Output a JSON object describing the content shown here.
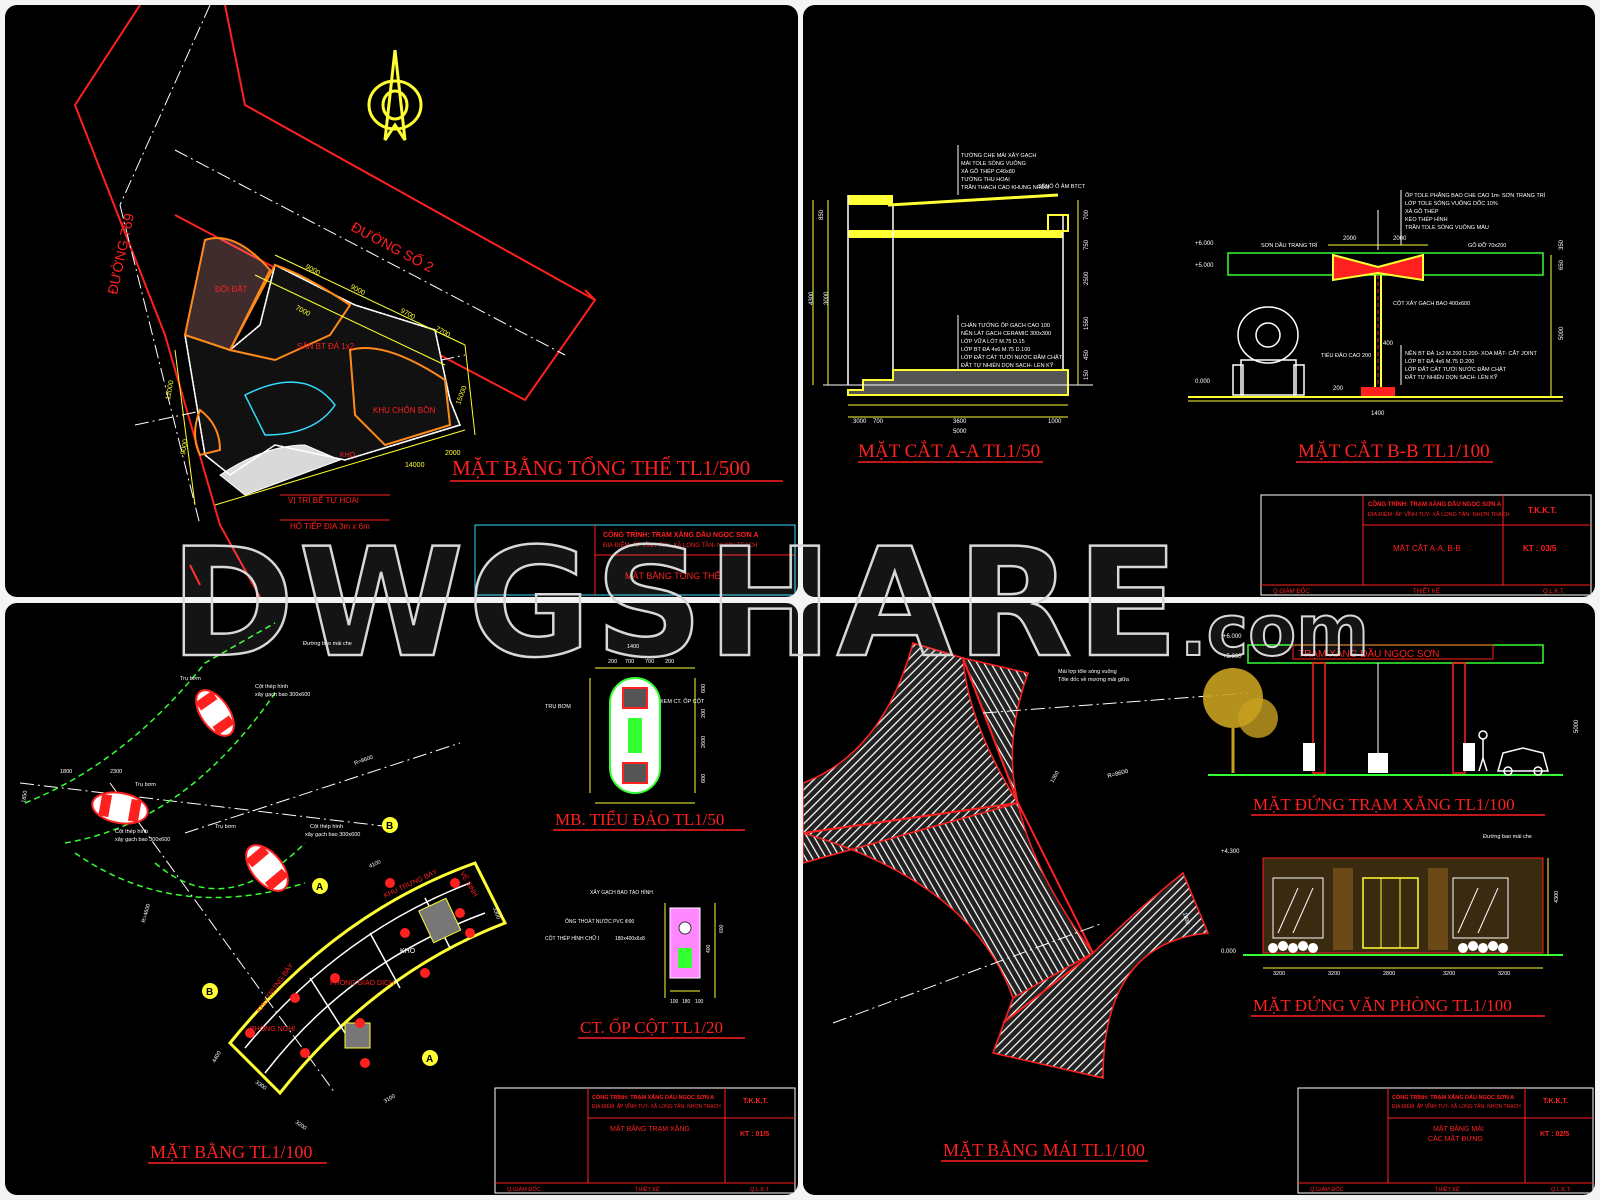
{
  "watermark": {
    "main": "DWGSHARE",
    "suffix": ".com"
  },
  "p1": {
    "title": "MẶT BẰNG TỔNG THỂ TL1/500",
    "road_main": "ĐƯỜNG 769",
    "road_side": "ĐƯỜNG SỐ 2",
    "area_labels": [
      "ĐỒI ĐẤT",
      "SÂN BT ĐÁ 1x2",
      "KHU CHÔN BỒN",
      "KHO"
    ],
    "notes": [
      "VỊ TRÍ BỂ TỰ HOẠI",
      "HỐ TIẾP ĐỊA 3m x 6m"
    ],
    "dims": [
      "9000",
      "9000",
      "9700",
      "7700",
      "7000",
      "15000",
      "12000",
      "9000",
      "14000",
      "2000"
    ],
    "titleblock": {
      "project": "CÔNG TRÌNH: TRẠM XĂNG DẦU NGỌC SƠN A",
      "address": "ĐỊA ĐIỂM: ẤP VĨNH TUY- XÃ LONG TÂN- NHƠN TRẠCH",
      "sheet_name": "MẶT BẰNG TỔNG THỂ"
    }
  },
  "p2": {
    "title_a": "MẶT CẮT A-A TL1/50",
    "title_b": "MẶT CẮT B-B TL1/100",
    "notes_a_top": [
      "TƯỜNG CHE MÁI XÂY GẠCH",
      "MÁI TOLE SÓNG VUÔNG",
      "XÀ GỒ THÉP C40x80",
      "TƯỜNG THU HOẠI",
      "TRẦN THẠCH CAO KHUNG NHÔM"
    ],
    "note_seno": "SÊNÔ Ô ÂM BTCT",
    "notes_a_bottom": [
      "CHÂN TƯỜNG ỐP GẠCH CAO 100",
      "NỀN LÁT GẠCH CERAMIC 300x300",
      "LỚP VỮA LÓT M.75 D.15",
      "LỚP BT ĐÁ 4x6 M.75 D.100",
      "LỚP ĐẤT CÁT TƯỚI NƯỚC ĐẦM CHẶT",
      "ĐẤT TỰ NHIÊN DỌN SẠCH- LÈN KỸ"
    ],
    "dims_a": [
      "3000",
      "700",
      "3600",
      "1000",
      "5000",
      "4300",
      "3000",
      "850",
      "700",
      "750",
      "2500",
      "1550",
      "450",
      "150"
    ],
    "notes_b_top": [
      "ỐP TOLE PHẲNG BAO CHE CAO 1m- SƠN TRANG TRÍ",
      "LỚP TOLE SÓNG VUÔNG DỐC 10%",
      "XÀ GỒ THÉP",
      "KÈO THÉP HÌNH",
      "TRẦN TOLE SÓNG VUÔNG MÀU"
    ],
    "note_paint": "SƠN DẦU TRANG TRÍ",
    "note_beam": "GỖ ĐỠ 70x200",
    "note_col": "CỘT XÂY GẠCH BAO 400x600",
    "note_island": "TIỂU ĐẢO CAO 200",
    "notes_b_bottom": [
      "NỀN BT ĐÁ 1x2 M.200 D.200- XOA MẶT- CẮT JOINT",
      "LỚP BT ĐÁ 4x6 M.75 D.200",
      "LỚP ĐẤT CÁT TƯỚI NƯỚC ĐẦM CHẶT",
      "ĐẤT TỰ NHIÊN DỌN SẠCH- LÈN KỸ"
    ],
    "levels": [
      "+6.000",
      "+5.000",
      "0.000"
    ],
    "dims_b": [
      "2000",
      "2000",
      "1400",
      "5000",
      "200",
      "400",
      "650",
      "350"
    ],
    "titleblock": {
      "project": "CÔNG TRÌNH: TRẠM XĂNG DẦU NGỌC SƠN A",
      "address": "ĐỊA ĐIỂM: ẤP VĨNH TUY- XÃ LONG TÂN- NHƠN TRẠCH",
      "sheet_name": "MẶT CẮT A-A, B-B",
      "tkkt": "T.K.K.T.",
      "sheet_no": "KT : 03/5",
      "sig1": "Q.GIÁM ĐỐC",
      "sig2": "THIẾT KẾ",
      "sig3": "Q.L.K.T."
    }
  },
  "p3": {
    "title_main": "MẶT BẰNG TL1/100",
    "title_island": "MB. TIỂU ĐẢO TL1/50",
    "title_col": "CT. ỐP CỘT TL1/20",
    "rooms": [
      "PHÒNG GIAO DỊCH",
      "PHÒNG NGHỈ",
      "KHO",
      "KHU TRƯNG BÀY",
      "KHU TRƯNG BÀY",
      "VỆ SINH"
    ],
    "notes": [
      "Đường bao mái che",
      "Cột thép hình",
      "xây gạch bao 300x600",
      "Trụ bơm",
      "Trụ bơm",
      "Trụ bơm",
      "Cột thép hình",
      "xây gạch bao 300x600",
      "Cột thép hình",
      "xây gạch bao 300x600"
    ],
    "island_notes": [
      "TRỤ BƠM",
      "XEM CT. ỐP CỘT"
    ],
    "island_dims": [
      "1400",
      "200",
      "700",
      "700",
      "200",
      "600",
      "200",
      "2600",
      "600"
    ],
    "col_notes": [
      "XÂY GẠCH BAO TẠO HÌNH",
      "ỐNG THOÁT NƯỚC PVC Φ90",
      "CỘT THÉP HÌNH CHỮ I",
      "180x400x6x8"
    ],
    "col_dims": [
      "100",
      "180",
      "100",
      "600",
      "400"
    ],
    "radius": "R=8600",
    "radius2": "R=4600",
    "markers": [
      "A",
      "A",
      "B",
      "B"
    ],
    "dims": [
      "2300",
      "1800",
      "1850",
      "4100",
      "3300",
      "3300",
      "3200",
      "3100",
      "4400"
    ],
    "titleblock": {
      "project": "CÔNG TRÌNH: TRẠM XĂNG DẦU NGỌC SƠN A",
      "address": "ĐỊA ĐIỂM: ẤP VĨNH TUY- XÃ LONG TÂN- NHƠN TRẠCH",
      "sheet_name": "MẶT BẰNG TRẠM XĂNG",
      "tkkt": "T.K.K.T.",
      "sheet_no": "KT : 01/5",
      "sig1": "Q.GIÁM ĐỐC",
      "sig2": "THIẾT KẾ",
      "sig3": "Q.L.K.T."
    }
  },
  "p4": {
    "title_roof": "MẶT BẰNG MÁI TL1/100",
    "title_elev1": "MẶT ĐỨNG TRẠM XĂNG TL1/100",
    "title_elev2": "MẶT ĐỨNG VĂN PHÒNG TL1/100",
    "sign": "TRẠM XĂNG DẦU NGỌC SƠN",
    "roof_notes": [
      "Mái lợp tôle sóng vuông",
      "Tôle dốc về mương mái giữa"
    ],
    "radius": "R=8600",
    "note_office": "Đường bao mái che",
    "levels": [
      "+6.000",
      "+5.000",
      "+4.300",
      "0.000"
    ],
    "dims": [
      "5000",
      "4300",
      "3200",
      "3200",
      "2800",
      "3200",
      "3200",
      "1360",
      "1800"
    ],
    "titleblock": {
      "project": "CÔNG TRÌNH: TRẠM XĂNG DẦU NGỌC SƠN A",
      "address": "ĐỊA ĐIỂM: ẤP VĨNH TUY- XÃ LONG TÂN- NHƠN TRẠCH",
      "sheet_name": "MẶT BẰNG MÁI",
      "sheet_name2": "CÁC MẶT ĐỨNG",
      "tkkt": "T.K.K.T.",
      "sheet_no": "KT : 02/5",
      "sig1": "Q.GIÁM ĐỐC",
      "sig2": "THIẾT KẾ",
      "sig3": "Q.L.K.T."
    }
  },
  "colors": {
    "background": "#000000",
    "title": "#ff2020",
    "dimension": "#ffff33",
    "outline": "#ffffff",
    "green": "#33ff33",
    "cyan": "#33ddff",
    "orange": "#ff8a1a",
    "magenta": "#ff33ff"
  }
}
